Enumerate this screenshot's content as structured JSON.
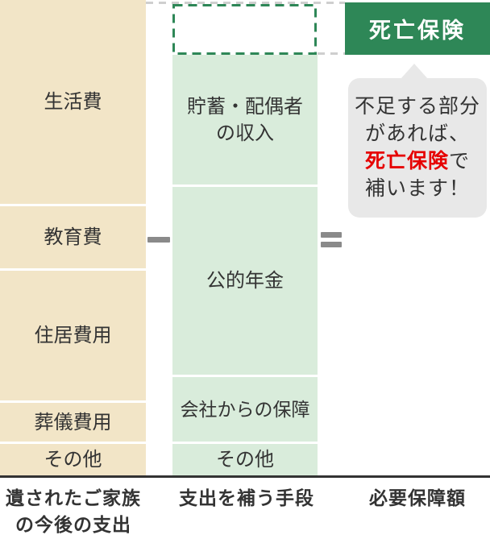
{
  "left_column": {
    "segments": [
      {
        "label": "生活費"
      },
      {
        "label": "教育費"
      },
      {
        "label": "住居費用"
      },
      {
        "label": "葬儀費用"
      },
      {
        "label": "その他"
      }
    ],
    "footer_line1": "遺されたご家族",
    "footer_line2": "の今後の支出"
  },
  "middle_column": {
    "segments": [
      {
        "line1": "貯蓄・配偶者",
        "line2": "の収入"
      },
      {
        "label": "公的年金"
      },
      {
        "label": "会社からの保障"
      },
      {
        "label": "その他"
      }
    ],
    "footer": "支出を補う手段"
  },
  "right_side": {
    "badge_label": "死亡保険",
    "bubble": {
      "line1": "不足する部分",
      "line2": "があれば、",
      "line3_highlight": "死亡保険",
      "line3_suffix": "で",
      "line4": "補います！"
    },
    "footer": "必要保障額"
  },
  "operators": {
    "minus_glyph": "−",
    "equals_glyph": "＝"
  },
  "colors": {
    "expense_fill": "#f2e5c7",
    "coverage_fill": "#d9ecdb",
    "accent_green": "#2e8757",
    "dashed_gray": "#cfcfcf",
    "operator_gray": "#8a8a8a",
    "bubble_bg": "#e8e8e8",
    "text_dark": "#333333",
    "highlight_red": "#e60000",
    "baseline_dark": "#333333"
  }
}
